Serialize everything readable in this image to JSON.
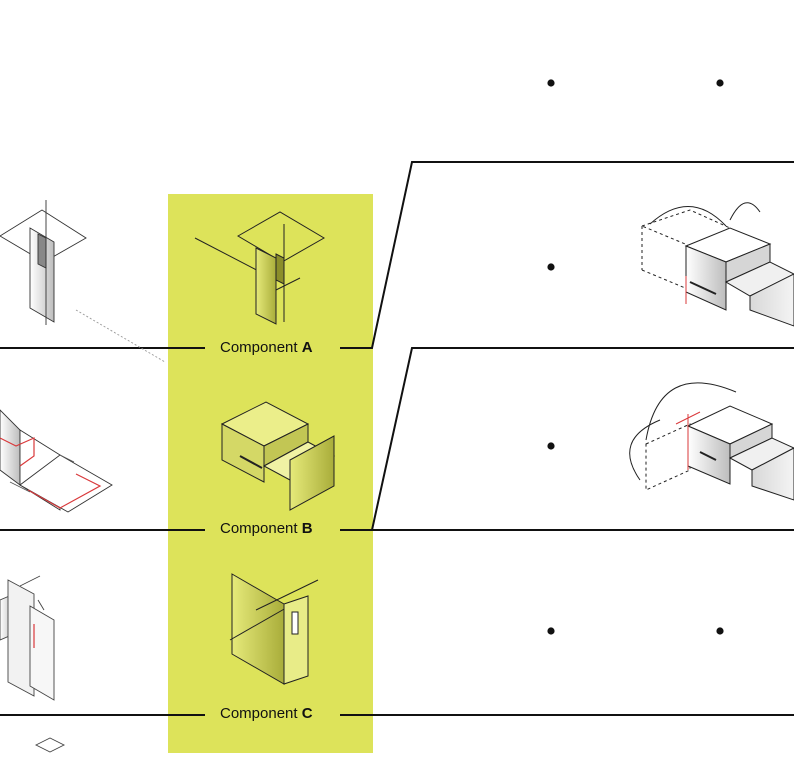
{
  "colors": {
    "highlight": "#dde35a",
    "line": "#111111",
    "accent": "#d9383a",
    "shade": "#bfbfbf"
  },
  "components": [
    {
      "prefix": "Component",
      "letter": "A"
    },
    {
      "prefix": "Component",
      "letter": "B"
    },
    {
      "prefix": "Component",
      "letter": "C"
    }
  ]
}
